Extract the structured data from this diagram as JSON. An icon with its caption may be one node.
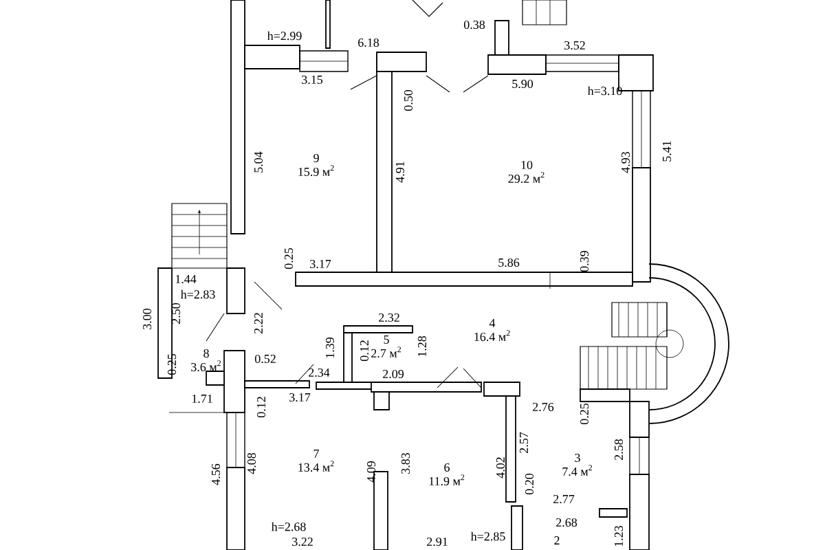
{
  "diagram": {
    "nodes": [
      {
        "text": [
          "10",
          "29.2 м$^{2}$"
        ]
      },
      {
        "text": [
          "9",
          "15.9 м$^{2}$"
        ]
      },
      {
        "text": [
          "4",
          "16.4 м$^{2}$"
        ]
      },
      {
        "text": [
          "8",
          "3.6 м$^{2}$"
        ]
      },
      {
        "text": [
          "5",
          "2.7 м$^{2}$"
        ]
      },
      {
        "text": [
          "3",
          "7.4 м$^{2}$"
        ]
      },
      {
        "text": [
          "7",
          "13.4 м$^{2}$"
        ]
      },
      {
        "text": [
          "6",
          "11.9 м$^{2}$"
        ]
      },
      {
        "text": [
          "2"
        ]
      }
    ],
    "labels": [
      "h=2.99",
      "6.18",
      "0.38",
      "3.15",
      "3.52",
      "5.90",
      "h=3.10",
      "0.50",
      "5.04",
      "4.91",
      "4.93",
      "5.41",
      "0.25",
      "3.17",
      "5.86",
      "0.39",
      "1.44",
      "h=2.83",
      "3.00",
      "2.50",
      "2.22",
      "2.32",
      "1.39",
      "0.12",
      "1.28",
      "0.52",
      "0.25",
      "2.34",
      "2.09",
      "2.76",
      "1.71",
      "3.17",
      "0.12",
      "0.25",
      "2.57",
      "2.58",
      "4.56",
      "4.08",
      "4.09",
      "3.83",
      "4.02",
      "0.20",
      "2.77",
      "h=2.68",
      "2.68",
      "h=2.85",
      "1.23",
      "3.22",
      "2.91"
    ]
  }
}
